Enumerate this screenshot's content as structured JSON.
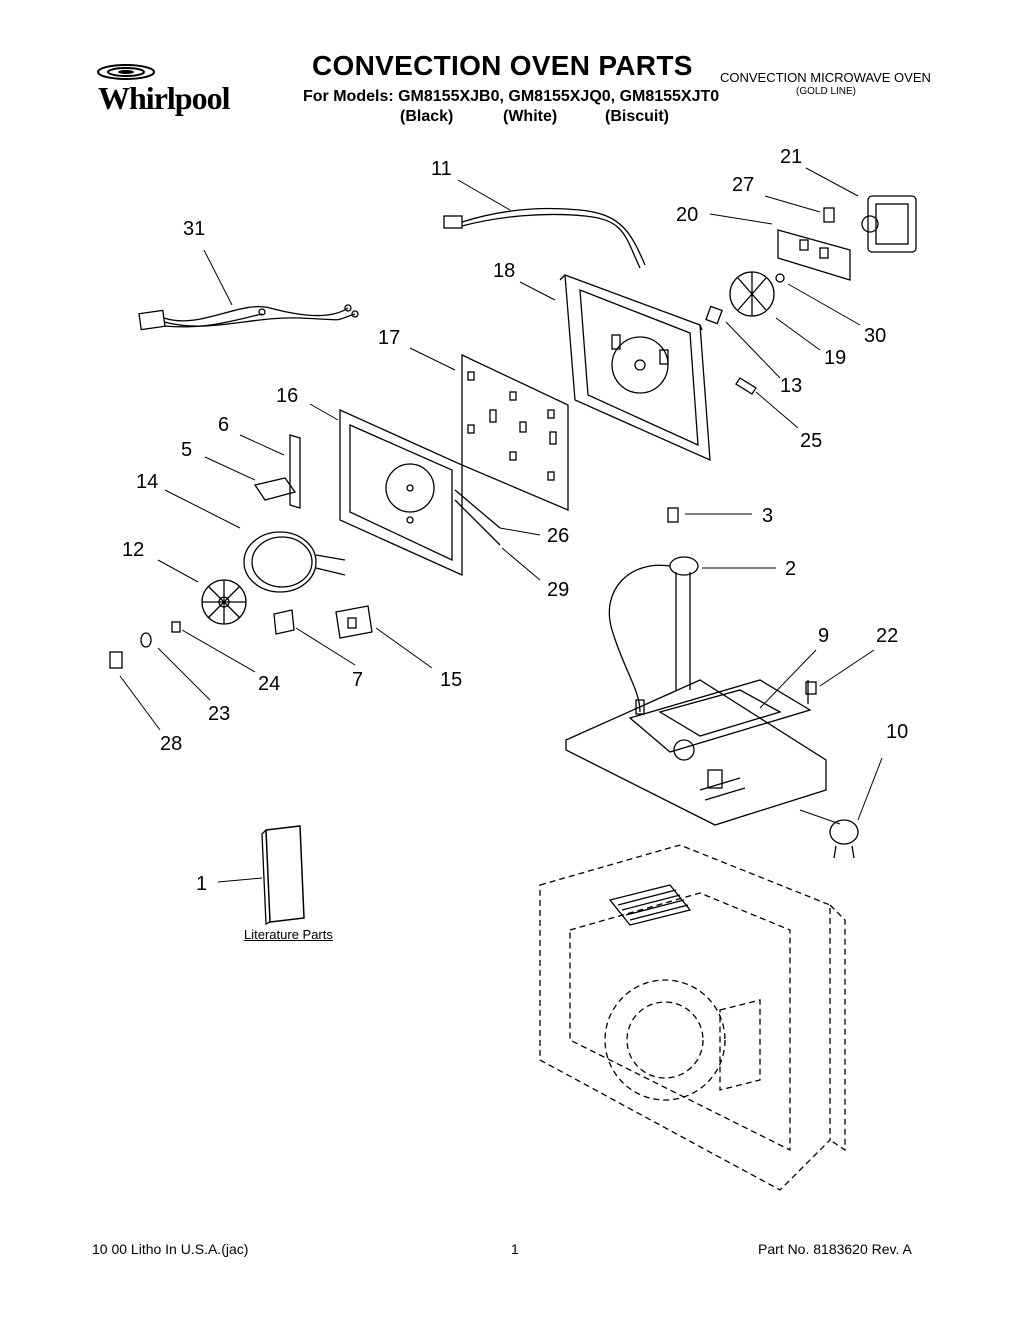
{
  "brand": {
    "logo_text": "Whirlpool"
  },
  "header": {
    "title": "CONVECTION OVEN PARTS",
    "subtitle": "CONVECTION MICROWAVE OVEN",
    "subtitle_line2": "(GOLD LINE)",
    "models_line": "For Models: GM8155XJB0, GM8155XJQ0, GM8155XJT0",
    "colors": [
      "(Black)",
      "(White)",
      "(Biscuit)"
    ]
  },
  "callouts": {
    "c1": "1",
    "c2": "2",
    "c3": "3",
    "c5": "5",
    "c6": "6",
    "c7": "7",
    "c9": "9",
    "c10": "10",
    "c11": "11",
    "c12": "12",
    "c13": "13",
    "c14": "14",
    "c15": "15",
    "c16": "16",
    "c17": "17",
    "c18": "18",
    "c19": "19",
    "c20": "20",
    "c21": "21",
    "c22": "22",
    "c23": "23",
    "c24": "24",
    "c25": "25",
    "c26": "26",
    "c27": "27",
    "c28": "28",
    "c29": "29",
    "c30": "30",
    "c31": "31"
  },
  "literature": {
    "label": "Literature Parts"
  },
  "footer": {
    "left": "10  00 Litho In U.S.A.(jac)",
    "page": "1",
    "right": "Part No. 8183620 Rev. A"
  }
}
